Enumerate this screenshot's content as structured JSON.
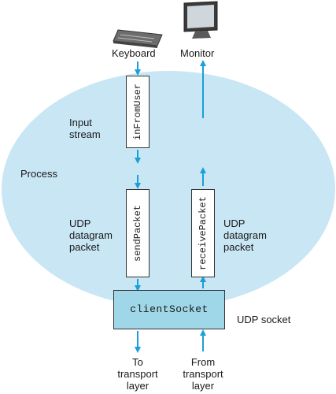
{
  "devices": {
    "keyboard_label": "Keyboard",
    "monitor_label": "Monitor"
  },
  "process_label": "Process",
  "streams": {
    "input": {
      "label_line1": "Input",
      "label_line2": "stream",
      "name": "inFromUser"
    },
    "send": {
      "label_line1": "UDP",
      "label_line2": "datagram",
      "label_line3": "packet",
      "name": "sendPacket"
    },
    "receive": {
      "label_line1": "UDP",
      "label_line2": "datagram",
      "label_line3": "packet",
      "name": "receivePacket"
    }
  },
  "socket": {
    "name": "clientSocket",
    "label": "UDP socket"
  },
  "transport": {
    "to_line1": "To",
    "to_line2": "transport",
    "to_line3": "layer",
    "from_line1": "From",
    "from_line2": "transport",
    "from_line3": "layer"
  },
  "colors": {
    "process_fill": "#c9e6f5",
    "socket_fill": "#9fd7e9",
    "arrow": "#1aa0d8"
  },
  "icons": [
    "keyboard-icon",
    "monitor-icon"
  ]
}
